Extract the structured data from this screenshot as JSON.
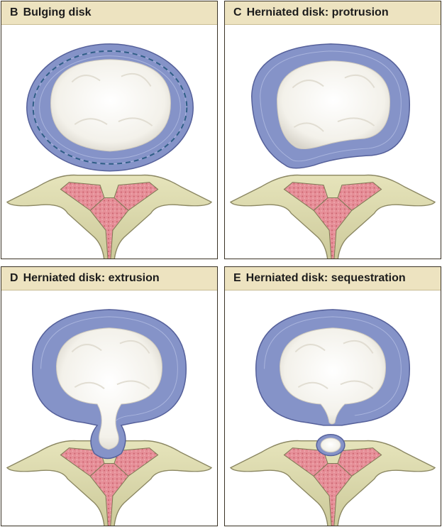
{
  "panels": [
    {
      "id": "b",
      "letter": "B",
      "title": "Bulging disk"
    },
    {
      "id": "c",
      "letter": "C",
      "title": "Herniated disk: protrusion"
    },
    {
      "id": "d",
      "letter": "D",
      "title": "Herniated disk: extrusion"
    },
    {
      "id": "e",
      "letter": "E",
      "title": "Herniated disk: sequestration"
    }
  ],
  "colors": {
    "panel_header": "#ede3c0",
    "annulus": "#8593c8",
    "annulus_dark": "#55609a",
    "nucleus": "#f7f6f2",
    "bone": "#d9d7ab",
    "bone_dark": "#9a9770",
    "marrow": "#e58a93",
    "bulge_line": "#2f5e86"
  }
}
